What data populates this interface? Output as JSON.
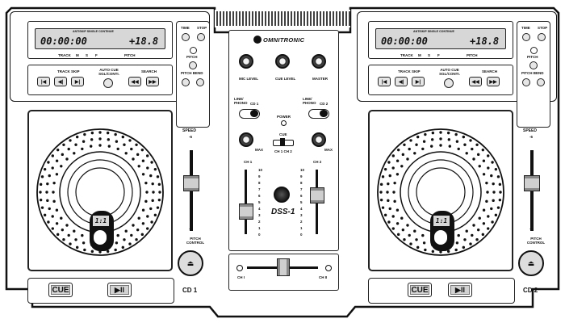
{
  "deck1": {
    "lcd": {
      "time": "00:00:00",
      "pitch": "+18.8",
      "header": "ANTISKIP SINGLE CONTINUE"
    },
    "indicators": [
      "TRACK",
      "M",
      "S",
      "F",
      "PITCH"
    ],
    "buttons": {
      "track_label": "TRACK SKIP",
      "auto_label": "AUTO CUE SGL/CONTI.",
      "search_label": "SEARCH",
      "time_label": "TIME",
      "stop_label": "STOP",
      "pitch_label": "PITCH",
      "pitch_bend_label": "PITCH BEND"
    },
    "jog_display": "1:1",
    "speed_label": "SPEED",
    "pitch_control_label": "PITCH CONTROL",
    "cue": "CUE",
    "play": "▶II",
    "name": "CD 1"
  },
  "deck2": {
    "lcd": {
      "time": "00:00:00",
      "pitch": "+18.8",
      "header": "ANTISKIP SINGLE CONTINUE"
    },
    "indicators": [
      "TRACK",
      "M",
      "S",
      "F",
      "PITCH"
    ],
    "buttons": {
      "track_label": "TRACK SKIP",
      "auto_label": "AUTO CUE SGL/CONTI.",
      "search_label": "SEARCH",
      "time_label": "TIME",
      "stop_label": "STOP",
      "pitch_label": "PITCH",
      "pitch_bend_label": "PITCH BEND"
    },
    "jog_display": "1:1",
    "speed_label": "SPEED",
    "pitch_control_label": "PITCH CONTROL",
    "cue": "CUE",
    "play": "▶II",
    "name": "CD 2"
  },
  "mixer": {
    "brand": "OMNITRONIC",
    "mic_level": "MIC LEVEL",
    "cue_level": "CUE LEVEL",
    "master": "MASTER",
    "line_phono_1": "LINE/ PHONO",
    "line_phono_2": "LINE/ PHONO",
    "cd1": "CD 1",
    "cd2": "CD 2",
    "power": "POWER",
    "cue": "CUE",
    "ch1_ch2": "CH 1 CH 2",
    "model": "DSS-1",
    "ch1_label": "CH 1",
    "ch2_label": "CH 2",
    "crossfader_ch1": "CH I",
    "crossfader_ch2": "CH II",
    "max": "MAX",
    "fader_scale": [
      "10",
      "9",
      "8",
      "7",
      "6",
      "5",
      "4",
      "3",
      "2",
      "1",
      "0"
    ]
  }
}
